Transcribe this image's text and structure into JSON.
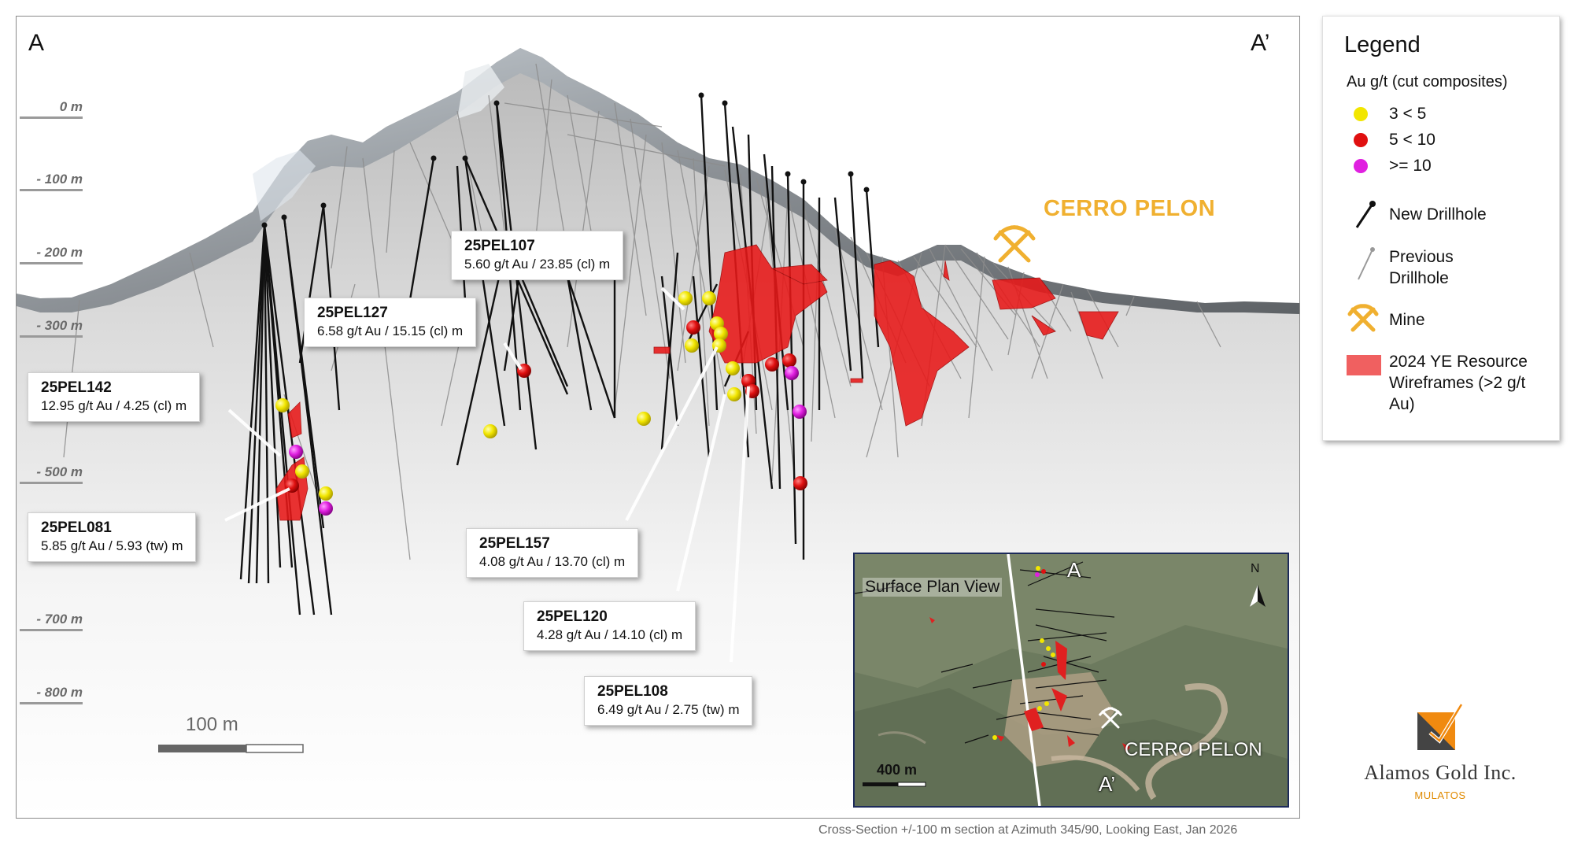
{
  "section": {
    "start_label": "A",
    "end_label": "A’",
    "depth_labels": [
      "0 m",
      "- 100 m",
      "- 200 m",
      "- 300 m",
      "- 500 m",
      "- 700 m",
      "- 800 m"
    ],
    "mine_name": "CERRO PELON",
    "scale_label": "100 m"
  },
  "callouts": [
    {
      "hole": "25PEL107",
      "grade": "5.60 g/t Au / 23.85 (cl) m"
    },
    {
      "hole": "25PEL127",
      "grade": "6.58 g/t Au / 15.15 (cl) m"
    },
    {
      "hole": "25PEL142",
      "grade": "12.95 g/t Au / 4.25 (cl) m"
    },
    {
      "hole": "25PEL081",
      "grade": "5.85 g/t Au / 5.93 (tw) m"
    },
    {
      "hole": "25PEL157",
      "grade": "4.08 g/t Au / 13.70 (cl) m"
    },
    {
      "hole": "25PEL120",
      "grade": "4.28 g/t Au / 14.10 (cl) m"
    },
    {
      "hole": "25PEL108",
      "grade": "6.49 g/t Au / 2.75 (tw) m"
    }
  ],
  "inset": {
    "title": "Surface Plan View",
    "north": "N",
    "label_a": "A",
    "label_a_prime": "A’",
    "mine_name": "CERRO PELON",
    "scale_label": "400 m"
  },
  "legend": {
    "title": "Legend",
    "subtitle": "Au g/t (cut composites)",
    "grade_classes": [
      {
        "label": "3 < 5",
        "color": "#f2e600"
      },
      {
        "label": "5 < 10",
        "color": "#e01010"
      },
      {
        "label": ">= 10",
        "color": "#e020e0"
      }
    ],
    "new_drillhole": "New Drillhole",
    "previous_drillhole": "Previous Drillhole",
    "mine": "Mine",
    "wireframes": "2024 YE Resource Wireframes (>2 g/t Au)",
    "wireframe_color": "#f06060"
  },
  "footer": "Cross-Section +/-100 m section at Azimuth 345/90, Looking East, Jan 2026",
  "logo": {
    "name": "Alamos Gold Inc.",
    "sub": "MULATOS"
  }
}
